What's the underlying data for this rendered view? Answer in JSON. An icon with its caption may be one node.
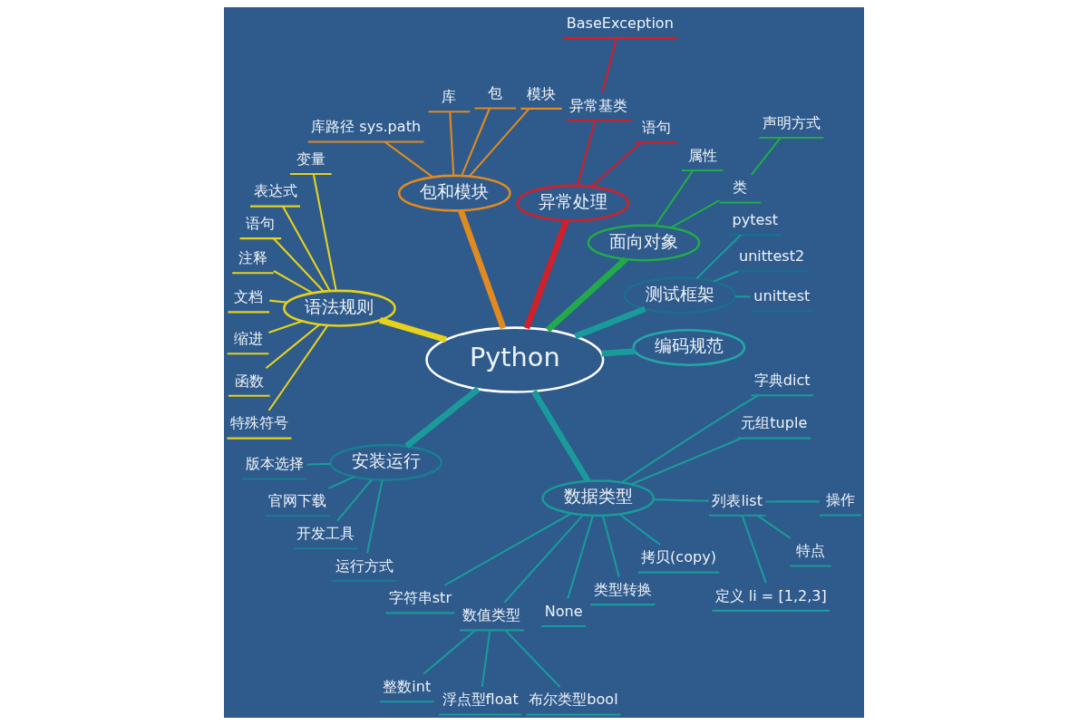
{
  "diagram": {
    "nodes": [
      {
        "text": [
          "Python"
        ]
      },
      {
        "text": [
          "编码规范"
        ]
      },
      {
        "text": [
          "测试框架"
        ]
      },
      {
        "text": [
          "unittest"
        ]
      },
      {
        "text": [
          "unittest2"
        ]
      },
      {
        "text": [
          "pytest"
        ]
      },
      {
        "text": [
          "面向对象"
        ]
      },
      {
        "text": [
          "类"
        ]
      },
      {
        "text": [
          "声明方式"
        ]
      },
      {
        "text": [
          "属性"
        ]
      },
      {
        "text": [
          "异常处理"
        ]
      },
      {
        "text": [
          "语句"
        ]
      },
      {
        "text": [
          "异常基类"
        ]
      },
      {
        "text": [
          "BaseException"
        ]
      },
      {
        "text": [
          "包和模块"
        ]
      },
      {
        "text": [
          "模块"
        ]
      },
      {
        "text": [
          "包"
        ]
      },
      {
        "text": [
          "库"
        ]
      },
      {
        "text": [
          "库路径 sys.path"
        ]
      },
      {
        "text": [
          "语法规则"
        ]
      },
      {
        "text": [
          "变量"
        ]
      },
      {
        "text": [
          "表达式"
        ]
      },
      {
        "text": [
          "语句"
        ]
      },
      {
        "text": [
          "注释"
        ]
      },
      {
        "text": [
          "文档"
        ]
      },
      {
        "text": [
          "缩进"
        ]
      },
      {
        "text": [
          "函数"
        ]
      },
      {
        "text": [
          "特殊符号"
        ]
      },
      {
        "text": [
          "安装运行"
        ]
      },
      {
        "text": [
          "版本选择"
        ]
      },
      {
        "text": [
          "官网下载"
        ]
      },
      {
        "text": [
          "开发工具"
        ]
      },
      {
        "text": [
          "运行方式"
        ]
      },
      {
        "text": [
          "数据类型"
        ]
      },
      {
        "text": [
          "字符串str"
        ]
      },
      {
        "text": [
          "数值类型"
        ]
      },
      {
        "text": [
          "整数int"
        ]
      },
      {
        "text": [
          "浮点型float"
        ]
      },
      {
        "text": [
          "布尔类型bool"
        ]
      },
      {
        "text": [
          "None"
        ]
      },
      {
        "text": [
          "类型转换"
        ]
      },
      {
        "text": [
          "拷贝(copy)"
        ]
      },
      {
        "text": [
          "列表list"
        ]
      },
      {
        "text": [
          "定义 li = [1,2,3]"
        ]
      },
      {
        "text": [
          "特点"
        ]
      },
      {
        "text": [
          "操作"
        ]
      },
      {
        "text": [
          "元组tuple"
        ]
      },
      {
        "text": [
          "字典dict"
        ]
      }
    ],
    "edges": [
      {
        "from": 0,
        "to": 1,
        "arrow": "none",
        "style": "thick"
      },
      {
        "from": 0,
        "to": 2,
        "arrow": "none",
        "style": "thick"
      },
      {
        "from": 2,
        "to": 3,
        "arrow": "none"
      },
      {
        "from": 2,
        "to": 4,
        "arrow": "none"
      },
      {
        "from": 2,
        "to": 5,
        "arrow": "none"
      },
      {
        "from": 0,
        "to": 6,
        "arrow": "none",
        "style": "thick",
        "color": "#22aa4a"
      },
      {
        "from": 6,
        "to": 7,
        "arrow": "none",
        "color": "#22aa4a"
      },
      {
        "from": 7,
        "to": 8,
        "arrow": "none",
        "color": "#22aa4a"
      },
      {
        "from": 6,
        "to": 9,
        "arrow": "none",
        "color": "#22aa4a"
      },
      {
        "from": 0,
        "to": 10,
        "arrow": "none",
        "style": "thick",
        "color": "#d0202a"
      },
      {
        "from": 10,
        "to": 11,
        "arrow": "none",
        "color": "#d0202a"
      },
      {
        "from": 10,
        "to": 12,
        "arrow": "none",
        "color": "#d0202a"
      },
      {
        "from": 12,
        "to": 13,
        "arrow": "none",
        "color": "#d0202a"
      },
      {
        "from": 0,
        "to": 14,
        "arrow": "none",
        "style": "thick",
        "color": "#e08a20"
      },
      {
        "from": 14,
        "to": 15,
        "arrow": "none",
        "color": "#e08a20"
      },
      {
        "from": 14,
        "to": 16,
        "arrow": "none",
        "color": "#e08a20"
      },
      {
        "from": 14,
        "to": 17,
        "arrow": "none",
        "color": "#e08a20"
      },
      {
        "from": 14,
        "to": 18,
        "arrow": "none",
        "color": "#e08a20"
      },
      {
        "from": 0,
        "to": 19,
        "arrow": "none",
        "style": "thick",
        "color": "#e6d21c"
      },
      {
        "from": 19,
        "to": 20,
        "arrow": "none",
        "color": "#e6d21c"
      },
      {
        "from": 19,
        "to": 21,
        "arrow": "none",
        "color": "#e6d21c"
      },
      {
        "from": 19,
        "to": 22,
        "arrow": "none",
        "color": "#e6d21c"
      },
      {
        "from": 19,
        "to": 23,
        "arrow": "none",
        "color": "#e6d21c"
      },
      {
        "from": 19,
        "to": 24,
        "arrow": "none",
        "color": "#e6d21c"
      },
      {
        "from": 19,
        "to": 25,
        "arrow": "none",
        "color": "#e6d21c"
      },
      {
        "from": 19,
        "to": 26,
        "arrow": "none",
        "color": "#e6d21c"
      },
      {
        "from": 19,
        "to": 27,
        "arrow": "none",
        "color": "#e6d21c"
      },
      {
        "from": 0,
        "to": 28,
        "arrow": "none",
        "style": "thick"
      },
      {
        "from": 28,
        "to": 29,
        "arrow": "none"
      },
      {
        "from": 28,
        "to": 30,
        "arrow": "none"
      },
      {
        "from": 28,
        "to": 31,
        "arrow": "none"
      },
      {
        "from": 28,
        "to": 32,
        "arrow": "none"
      },
      {
        "from": 0,
        "to": 33,
        "arrow": "none",
        "style": "thick"
      },
      {
        "from": 33,
        "to": 34,
        "arrow": "none"
      },
      {
        "from": 33,
        "to": 35,
        "arrow": "none"
      },
      {
        "from": 35,
        "to": 36,
        "arrow": "none"
      },
      {
        "from": 35,
        "to": 37,
        "arrow": "none"
      },
      {
        "from": 35,
        "to": 38,
        "arrow": "none"
      },
      {
        "from": 33,
        "to": 39,
        "arrow": "none"
      },
      {
        "from": 33,
        "to": 40,
        "arrow": "none"
      },
      {
        "from": 33,
        "to": 41,
        "arrow": "none"
      },
      {
        "from": 33,
        "to": 42,
        "arrow": "none"
      },
      {
        "from": 42,
        "to": 43,
        "arrow": "none"
      },
      {
        "from": 42,
        "to": 44,
        "arrow": "none"
      },
      {
        "from": 42,
        "to": 45,
        "arrow": "none"
      },
      {
        "from": 33,
        "to": 46,
        "arrow": "none"
      },
      {
        "from": 33,
        "to": 47,
        "arrow": "none"
      }
    ]
  }
}
